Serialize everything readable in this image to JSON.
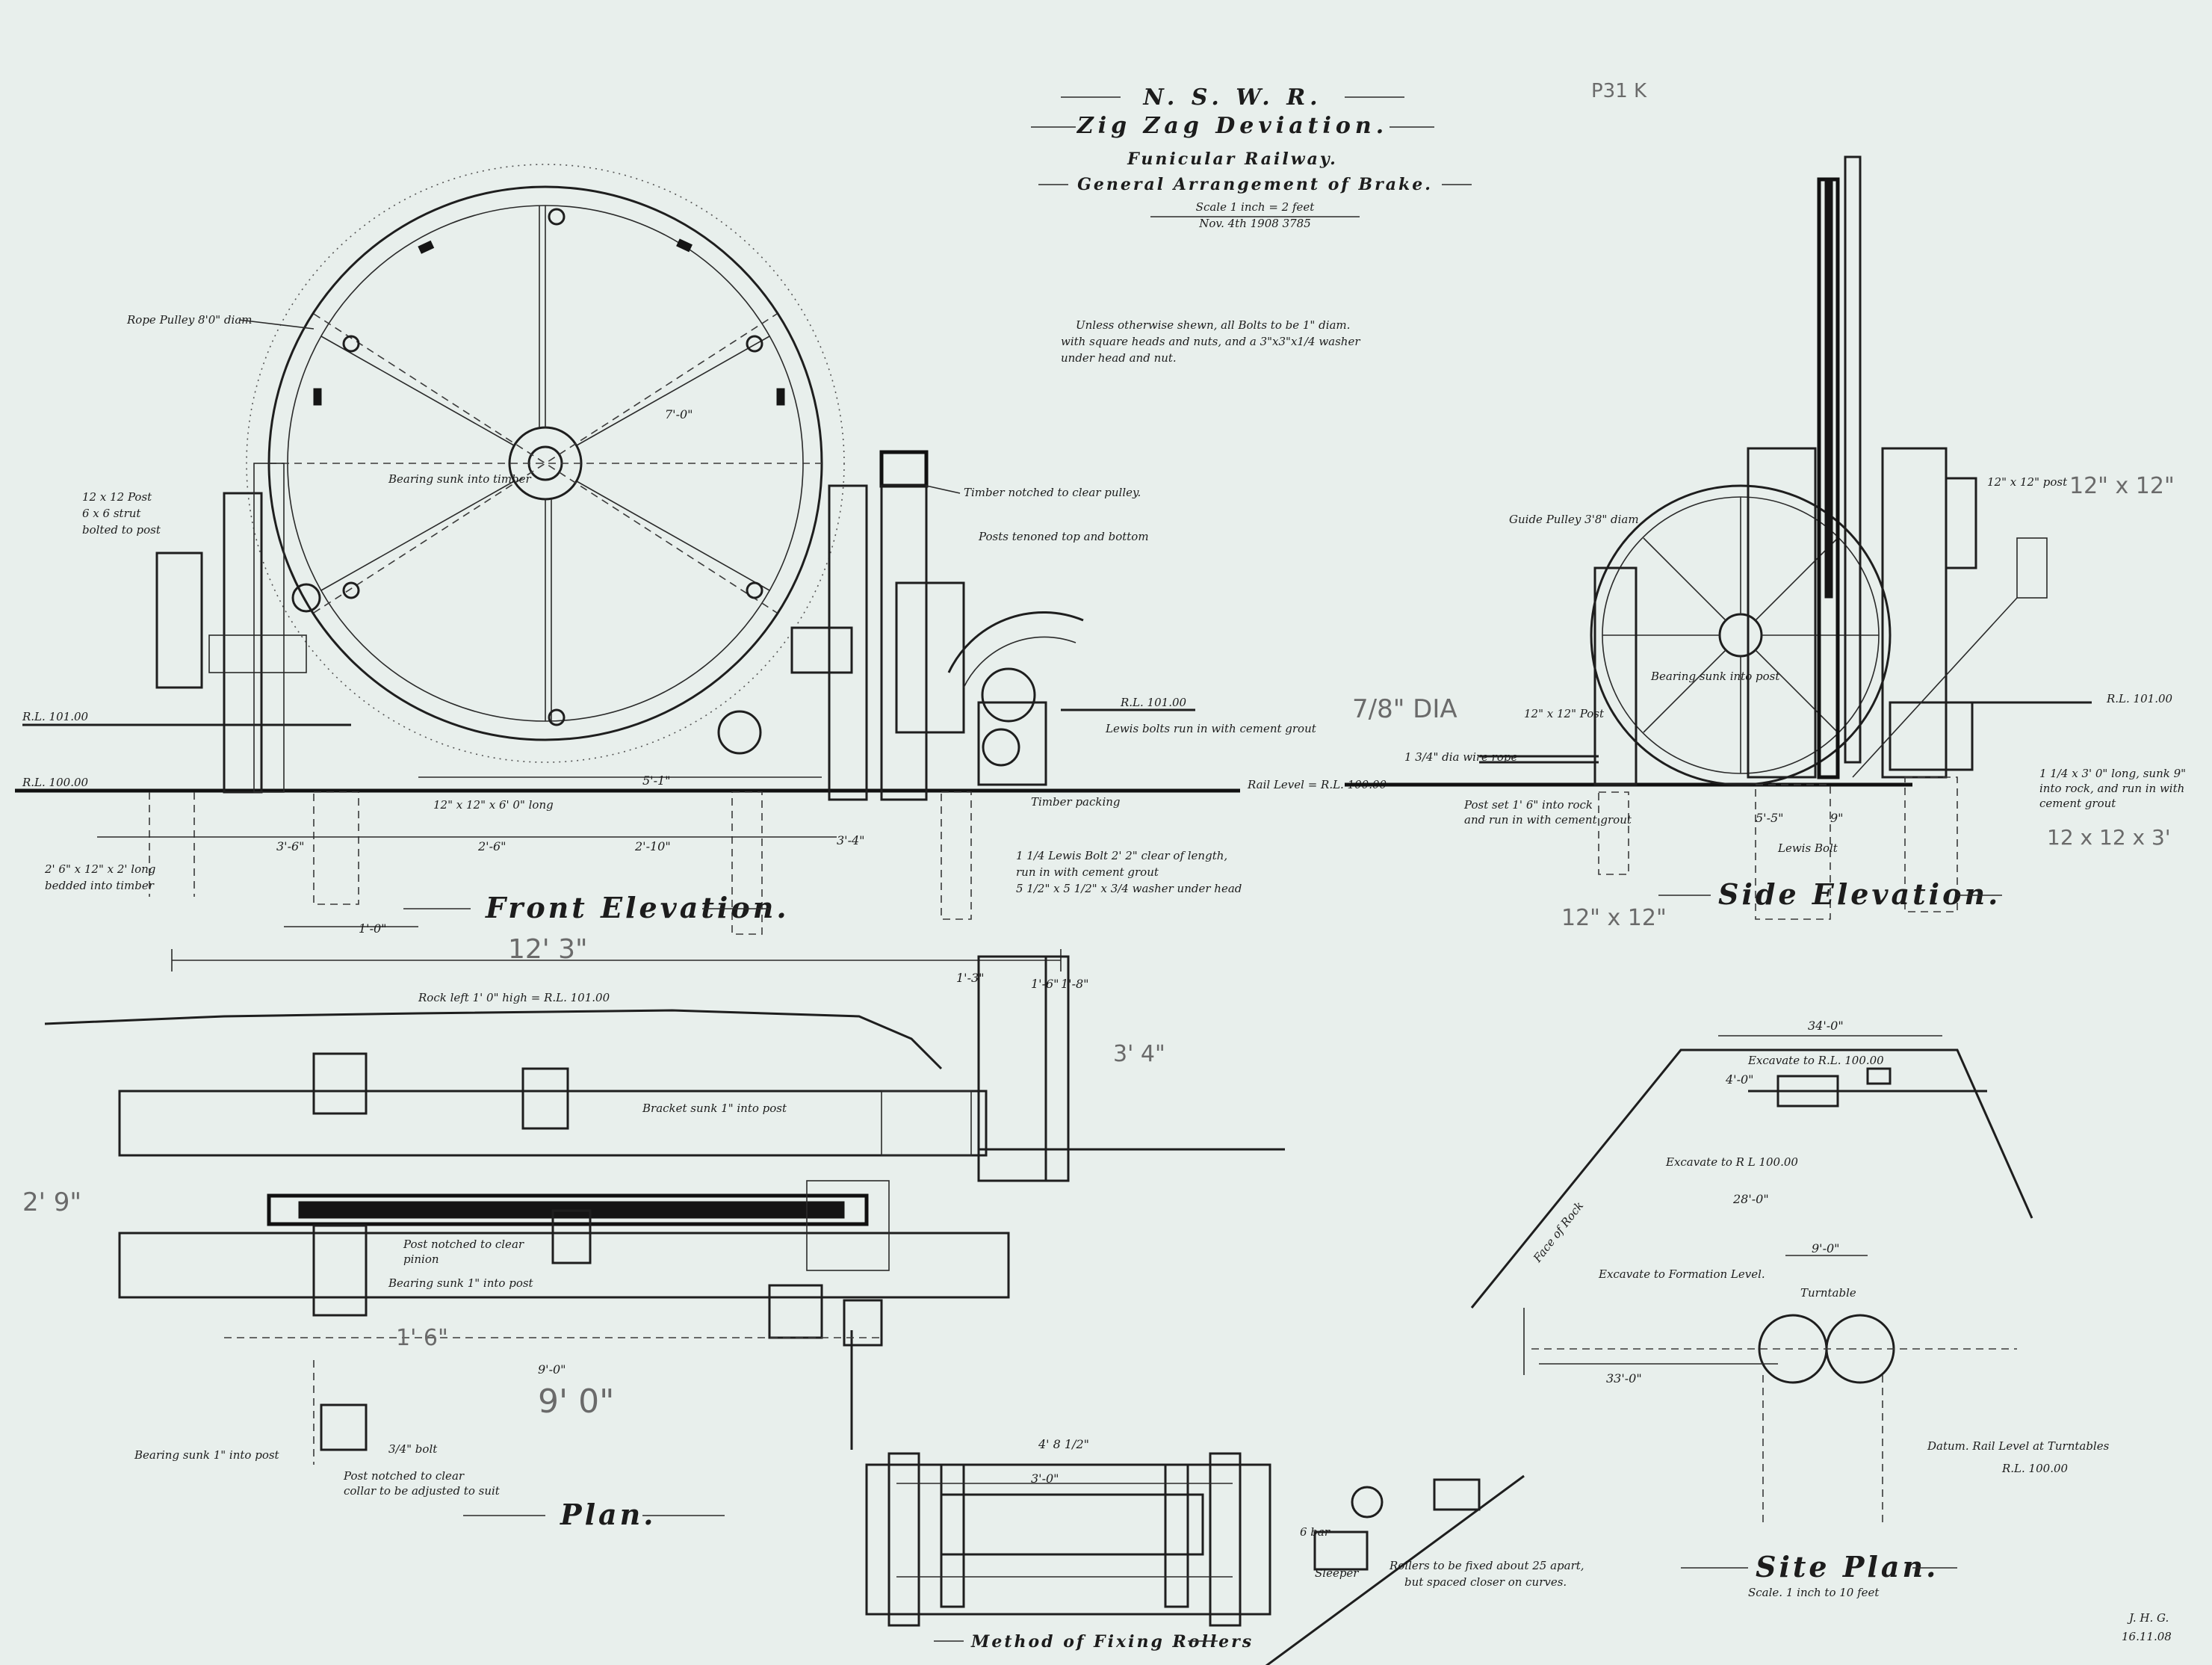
{
  "title_block": {
    "line1": "N. S. W. R.",
    "line2": "Zig Zag Deviation.",
    "line3": "Funicular Railway.",
    "line4": "General Arrangement of Brake.",
    "scale": "Scale 1 inch = 2 feet",
    "date": "Nov. 4th 1908 3785"
  },
  "sheet_ref": "P31 K",
  "general_note": [
    "Unless otherwise shewn, all Bolts to be 1\" diam.",
    "with square heads and nuts, and a 3\"x3\"x1/4 washer",
    "under head and nut."
  ],
  "views": {
    "front_elevation": "Front Elevation.",
    "side_elevation": "Side Elevation.",
    "plan": "Plan.",
    "site_plan": "Site Plan.",
    "site_plan_scale": "Scale. 1 inch to 10 feet",
    "method": "Method of Fixing Rollers"
  },
  "front_notes": {
    "rope_pulley": "Rope Pulley 8'0\" diam",
    "bearing": "Bearing sunk into timber",
    "timber_notched": "Timber notched to clear pulley.",
    "posts_tenoned": "Posts tenoned top and bottom",
    "rl_101": "R.L. 101.00",
    "lewis_bolts": "Lewis bolts run in with cement grout",
    "timber_packing": "Timber packing",
    "lewis_bolt_long": [
      "1 1/4 Lewis Bolt 2' 2\" clear of length,",
      "run in with cement grout",
      "5 1/2\" x 5 1/2\" x 3/4 washer under head"
    ],
    "rail_level": "Rail Level = R.L. 100.00",
    "rl_100_left": "R.L. 100.00",
    "rl_101_left": "R.L. 101.00",
    "sleeper_dim": "12\" x 12\" x 6' 0\" long",
    "left_note_a": [
      "12 x 12 Post",
      "6 x 6 strut",
      "bolted to post"
    ],
    "left_note_b": [
      "2' 6\" x 12\" x 2' long",
      "bedded into timber"
    ],
    "dim_7_0": "7'-0\"",
    "dim_2_6": "2'-6\"",
    "dim_2_10": "2'-10\"",
    "dim_3_4": "3'-4\"",
    "dim_5_1": "5'-1\"",
    "dim_3_6": "3'-6\"",
    "dim_1_0": "1'-0\"",
    "pencil_12_3": "12' 3\""
  },
  "side_notes": {
    "guide_pulley": "Guide Pulley 3'8\" diam",
    "bearing_post": "Bearing sunk into post",
    "post_12": "12\" x 12\" Post",
    "wire_rope": "1 3/4\" dia wire rope",
    "post_set": [
      "Post set 1' 6\" into rock",
      "and run in with cement grout"
    ],
    "lewis_bolt": "Lewis Bolt",
    "rl_101": "R.L. 101.00",
    "strut": "12\" x 12\" post",
    "bolt_note": [
      "1 1/4 x 3' 0\" long, sunk 9\"",
      "into rock, and run in with",
      "cement grout"
    ],
    "dim_5_5": "5'-5\"",
    "dim_9": "9\"",
    "pencil_diam": "7/8\" DIA",
    "pencil_12x12_top": "12\" x 12\"",
    "pencil_12x12_bottom": "12\" x 12\"",
    "pencil_12x12_right": "12 x 12 x 3'"
  },
  "plan_notes": {
    "rock_left": "Rock left 1' 0\" high = R.L. 101.00",
    "bracket": "Bracket sunk 1\" into post",
    "post_notched": [
      "Post notched to clear",
      "pinion"
    ],
    "bearing_sunk": "Bearing sunk 1\" into post",
    "bearing_sunk_2": "Bearing sunk 1\" into post",
    "post_notched_2": [
      "Post notched to clear",
      "collar to be adjusted to suit"
    ],
    "bolt_label": "3/4\" bolt",
    "dim_9_0": "9'-0\"",
    "dim_1_6": "1'-6\"",
    "dim_1_8": "1'-8\"",
    "dim_1_3": "1'-3\"",
    "pencil_9_0": "9' 0\"",
    "pencil_2_9": "2' 9\"",
    "pencil_1_6": "1' 6\"",
    "pencil_3_4": "3' 4\""
  },
  "method_notes": {
    "dim_4_8": "4' 8 1/2\"",
    "dim_3_0": "3'-0\"",
    "rollers": [
      "Rollers to be fixed about 25 apart,",
      "but spaced closer on curves."
    ],
    "sleeper": "Sleeper",
    "dim_6": "6 bar"
  },
  "site_notes": {
    "dim_34": "34'-0\"",
    "excavate_rl": "Excavate to R.L. 100.00",
    "excavate_rl_big": "Excavate to R L 100.00",
    "face_of_rock": "Face of Rock",
    "excavate_formation": "Excavate to Formation Level.",
    "turntable": "Turntable",
    "dim_9_0": "9'-0\"",
    "dim_33": "33'-0\"",
    "dim_28": "28'-0\"",
    "dim_4": "4'-0\"",
    "datum": "Datum. Rail Level at Turntables",
    "datum_rl": "R.L. 100.00"
  },
  "signature": [
    "J. H. G.",
    "16.11.08"
  ]
}
